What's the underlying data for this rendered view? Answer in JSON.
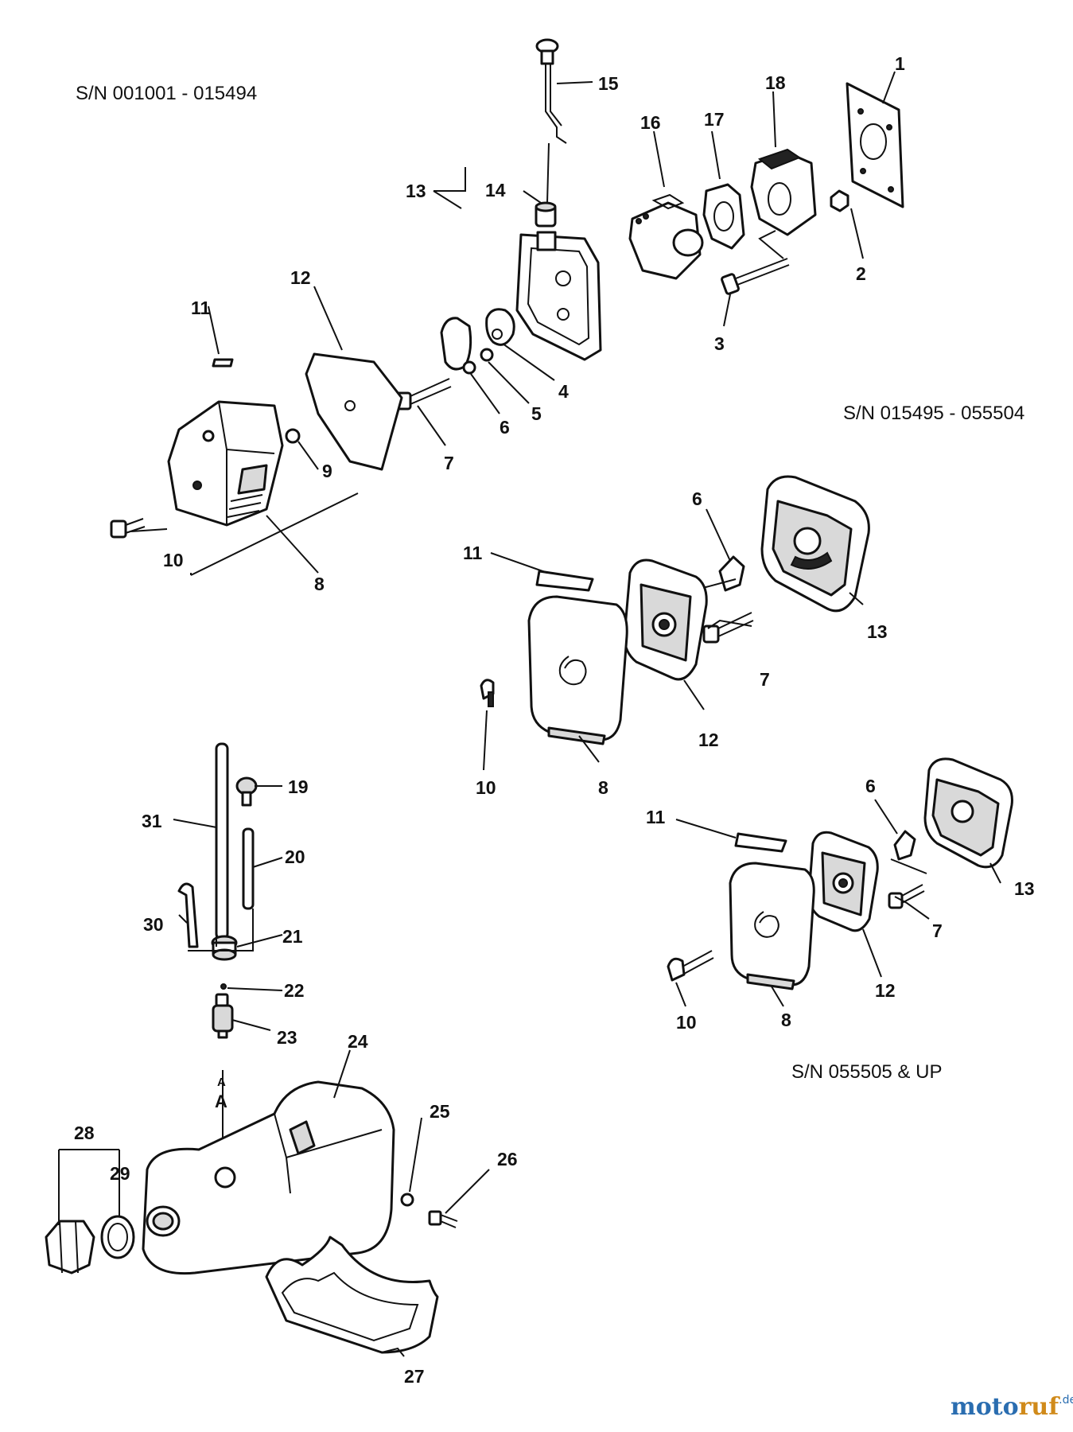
{
  "serial_ranges": {
    "first": "S/N 001001 - 015494",
    "second": "S/N 015495 - 055504",
    "third": "S/N 055505 & UP"
  },
  "callouts": {
    "a": [
      "1",
      "2",
      "3",
      "4",
      "5",
      "6",
      "7",
      "8",
      "9",
      "10",
      "11",
      "12",
      "13",
      "14",
      "15",
      "16",
      "17",
      "18"
    ],
    "b": [
      "6",
      "7",
      "8",
      "10",
      "11",
      "12",
      "13"
    ],
    "c": [
      "6",
      "7",
      "8",
      "10",
      "11",
      "12",
      "13"
    ],
    "tank": [
      "19",
      "20",
      "21",
      "22",
      "23",
      "24",
      "25",
      "26",
      "27",
      "28",
      "29",
      "30",
      "31"
    ]
  },
  "markers": {
    "arrow_a_top": "A",
    "arrow_a_bottom": "A"
  },
  "watermark": {
    "brand_part1": "moto",
    "brand_part2": "ruf",
    "brand_tld": ".de"
  },
  "colors": {
    "watermark_blue": "#2a6db0",
    "watermark_orange": "#d08a1a"
  }
}
